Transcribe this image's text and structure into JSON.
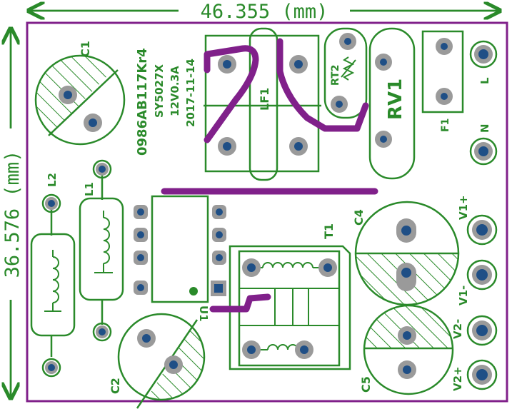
{
  "board": {
    "width_label": "46.355 (mm)",
    "height_label": "36.576 (mm)",
    "outline_color": "#80208a",
    "silk_color": "#2a8a2a",
    "trace_color": "#80208a",
    "pad_color": "#9a9a9a",
    "hole_color": "#1f4f86"
  },
  "marking": {
    "part_no": "0986AB117Kr4",
    "ic": "SY5027X",
    "rating": "12V0.3A",
    "date": "2017-11-14"
  },
  "components": {
    "c1": "C1",
    "c2": "C2",
    "c4": "C4",
    "c5": "C5",
    "l1": "L1",
    "l2": "L2",
    "lf1": "LF1",
    "rt2": "RT2",
    "rv1": "RV1",
    "f1": "F1",
    "t1": "T1",
    "u1": "U1"
  },
  "terminals": {
    "l": "L",
    "n": "N",
    "v1p": "V1+",
    "v1m": "V1-",
    "v2m": "V2-",
    "v2p": "V2+"
  }
}
